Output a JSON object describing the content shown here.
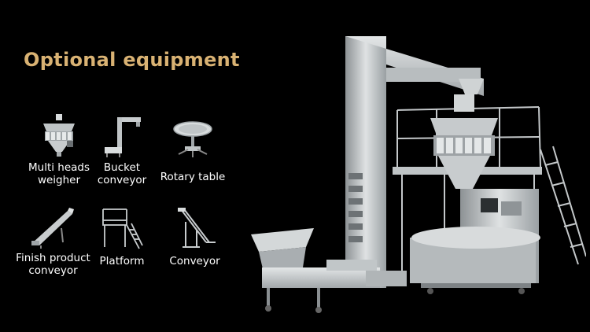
{
  "heading": "Optional equipment",
  "colors": {
    "heading": "#d9b273",
    "background": "#000000",
    "label": "#ffffff",
    "steel": "#c8ccce"
  },
  "items": [
    {
      "lines": [
        "Multi heads",
        "weigher"
      ],
      "icon": "multihead-weigher-icon"
    },
    {
      "lines": [
        "Bucket",
        "conveyor"
      ],
      "icon": "bucket-conveyor-icon"
    },
    {
      "lines": [
        "Rotary table"
      ],
      "icon": "rotary-table-icon"
    },
    {
      "lines": [
        "Finish product",
        "conveyor"
      ],
      "icon": "finish-conveyor-icon"
    },
    {
      "lines": [
        "Platform"
      ],
      "icon": "platform-icon"
    },
    {
      "lines": [
        "Conveyor"
      ],
      "icon": "conveyor-icon"
    }
  ]
}
